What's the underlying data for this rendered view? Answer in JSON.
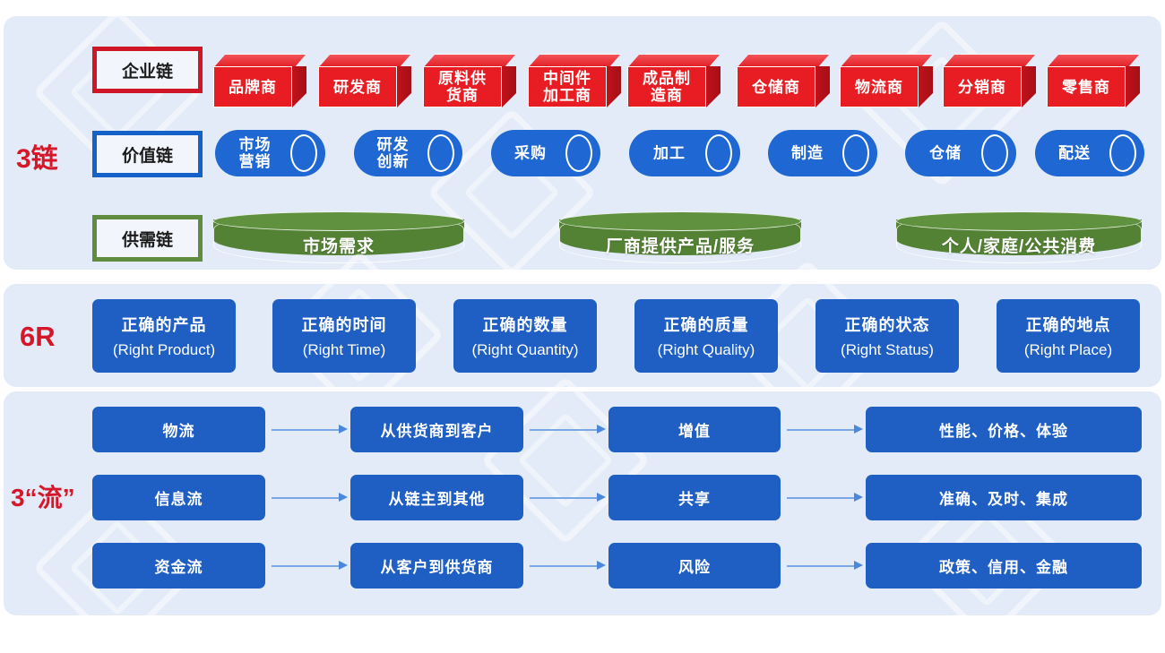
{
  "colors": {
    "panel_bg": "#e2ebf7",
    "red": "#e81c23",
    "red_dark": "#a50f16",
    "blue": "#1f5fc4",
    "blue_cyl": "#1f67d2",
    "green": "#548235",
    "label_red": "#d5172a",
    "arrow": "#7aa8e4"
  },
  "sections": {
    "chains": {
      "group_label": "3链",
      "rows": {
        "enterprise": {
          "name": "企业链",
          "nodes": [
            "品牌商",
            "研发商",
            "原料供\n货商",
            "中间件\n加工商",
            "成品制\n造商",
            "仓储商",
            "物流商",
            "分销商",
            "零售商"
          ]
        },
        "value": {
          "name": "价值链",
          "nodes": [
            "市场\n营销",
            "研发\n创新",
            "采购",
            "加工",
            "制造",
            "仓储",
            "配送"
          ]
        },
        "supply_demand": {
          "name": "供需链",
          "nodes": [
            "市场需求",
            "厂商提供产品/服务",
            "个人/家庭/公共消费"
          ]
        }
      }
    },
    "six_r": {
      "group_label": "6R",
      "items": [
        {
          "cn": "正确的产品",
          "en": "(Right Product)"
        },
        {
          "cn": "正确的时间",
          "en": "(Right Time)"
        },
        {
          "cn": "正确的数量",
          "en": "(Right Quantity)"
        },
        {
          "cn": "正确的质量",
          "en": "(Right Quality)"
        },
        {
          "cn": "正确的状态",
          "en": "(Right Status)"
        },
        {
          "cn": "正确的地点",
          "en": "(Right Place)"
        }
      ]
    },
    "three_flows": {
      "group_label": "3“流”",
      "rows": [
        {
          "flow": "物流",
          "direction": "从供货商到客户",
          "nature": "增值",
          "attributes": "性能、价格、体验"
        },
        {
          "flow": "信息流",
          "direction": "从链主到其他",
          "nature": "共享",
          "attributes": "准确、及时、集成"
        },
        {
          "flow": "资金流",
          "direction": "从客户到供货商",
          "nature": "风险",
          "attributes": "政策、信用、金融"
        }
      ]
    }
  }
}
